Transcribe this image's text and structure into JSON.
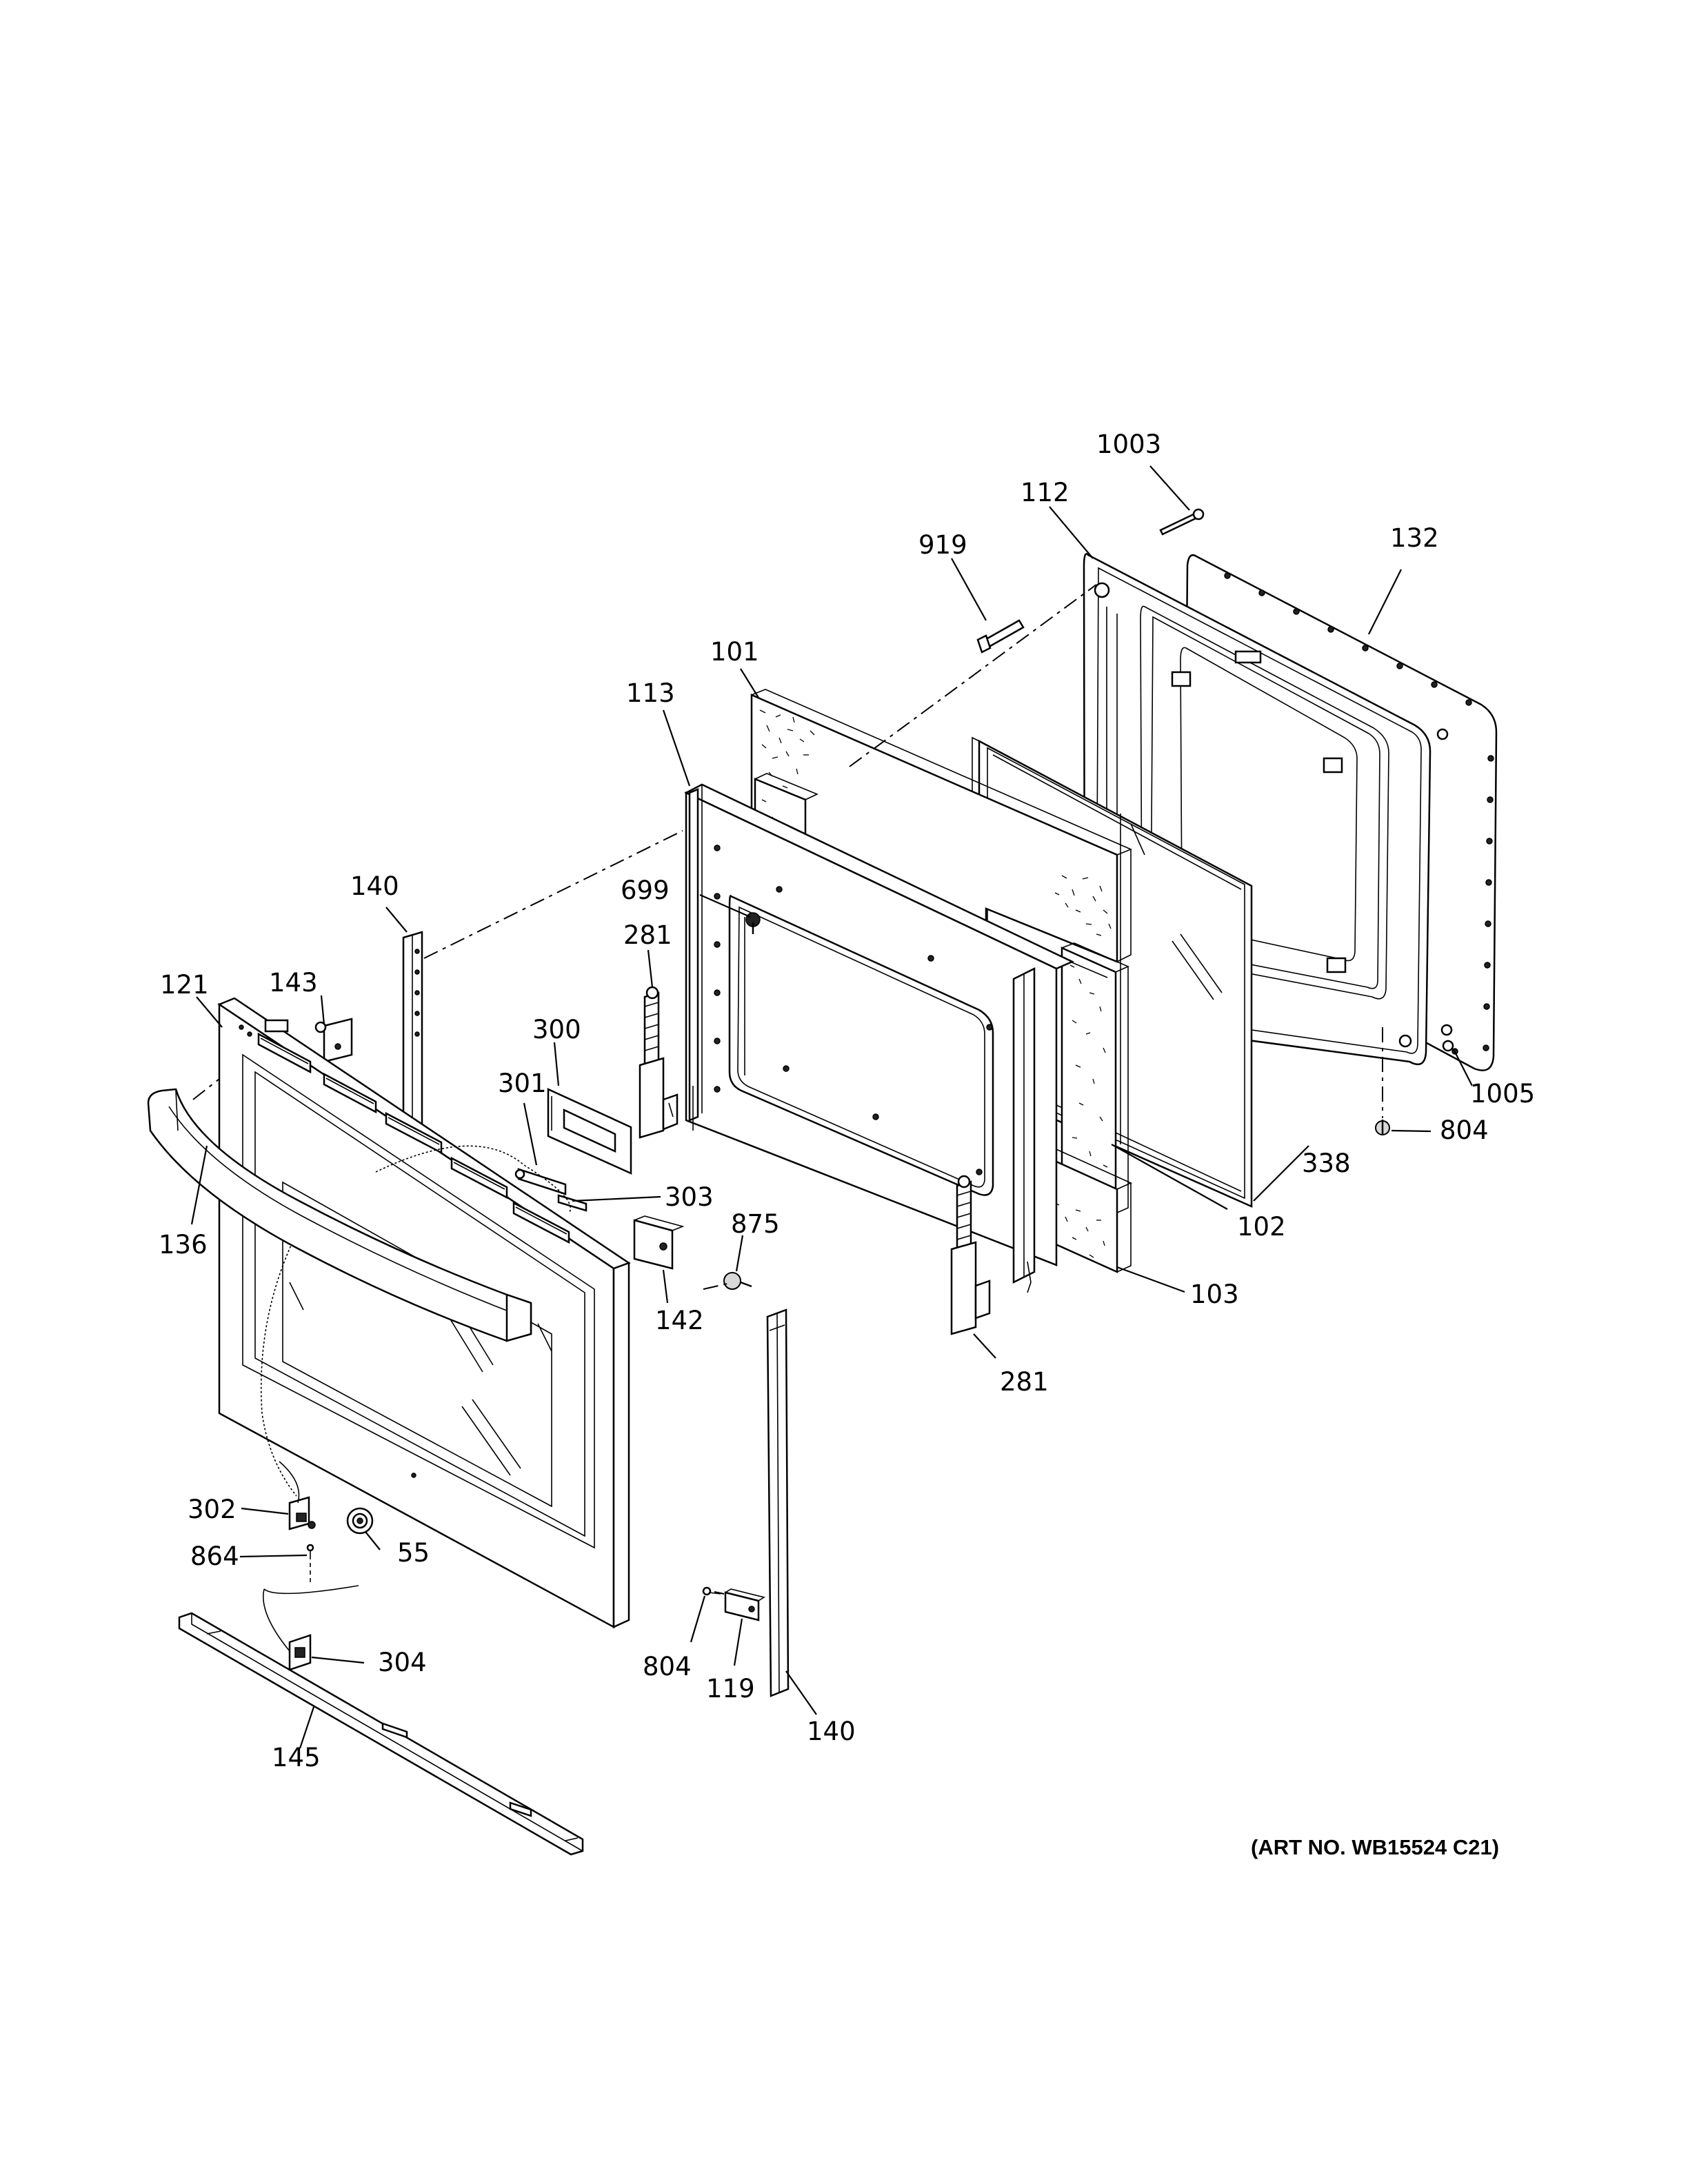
{
  "diagram": {
    "art_number": "(ART NO. WB15524 C21)",
    "parts": {
      "p1003": "1003",
      "p112": "112",
      "p132": "132",
      "p919": "919",
      "p101": "101",
      "p113": "113",
      "p699": "699",
      "p281_top": "281",
      "p140_top": "140",
      "p121": "121",
      "p143": "143",
      "p300": "300",
      "p301": "301",
      "p303": "303",
      "p136": "136",
      "p875": "875",
      "p142": "142",
      "p1005": "1005",
      "p804_right": "804",
      "p338": "338",
      "p102": "102",
      "p103": "103",
      "p281_bottom": "281",
      "p302": "302",
      "p55": "55",
      "p864": "864",
      "p304": "304",
      "p804_bottom": "804",
      "p119": "119",
      "p140_bottom": "140",
      "p145": "145"
    }
  }
}
